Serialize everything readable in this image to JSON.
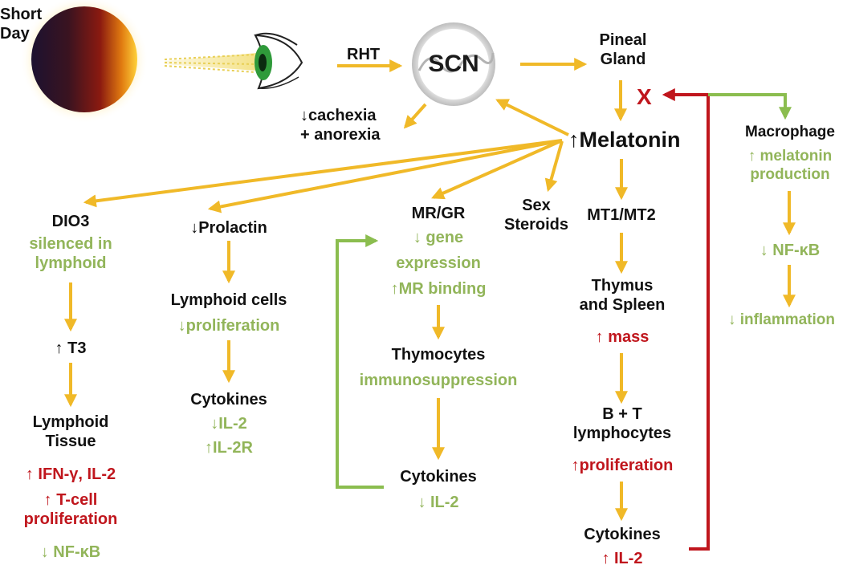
{
  "colors": {
    "black": "#111111",
    "green": "#92b55a",
    "red": "#c0161d",
    "arrow_yellow": "#f0b928",
    "arrow_green": "#8bbd4f",
    "arrow_red": "#c0161d"
  },
  "icons": {
    "sun": "sun-icon",
    "eye": "eye-icon",
    "scn_clock": "scn-clock-icon"
  },
  "header": {
    "short": "Short",
    "day": "Day",
    "rht": "RHT",
    "scn": "SCN",
    "pineal1": "Pineal",
    "pineal2": "Gland",
    "x": "X",
    "melatonin": "↑Melatonin",
    "cachexia": "↓cachexia",
    "anorexia": "+ anorexia"
  },
  "macrophage": {
    "title": "Macrophage",
    "line1": "↑ melatonin",
    "line2": "production",
    "nfkb": "↓ NF-κB",
    "inflammation": "↓ inflammation"
  },
  "dio3": {
    "title": "DIO3",
    "line1": "silenced in",
    "line2": "lymphoid",
    "t3": "↑ T3",
    "tissue1": "Lymphoid",
    "tissue2": "Tissue",
    "ifn": "↑ IFN-γ, IL-2",
    "tcell": "↑ T-cell",
    "prolif": "proliferation",
    "nfkb": "↓ NF-κB"
  },
  "prolactin": {
    "title": "↓Prolactin",
    "cells": "Lymphoid cells",
    "prolif": "↓proliferation",
    "cytokines": "Cytokines",
    "il2": "↓IL-2",
    "il2r": "↑IL-2R"
  },
  "mrgr": {
    "title": "MR/GR",
    "gene": "↓ gene",
    "expression": "expression",
    "binding": "↑MR binding",
    "thymocytes": "Thymocytes",
    "immuno": "immunosuppression",
    "cytokines": "Cytokines",
    "il2": "↓ IL-2"
  },
  "sex": {
    "line1": "Sex",
    "line2": "Steroids"
  },
  "mt": {
    "title": "MT1/MT2",
    "thymus": "Thymus",
    "spleen": "and Spleen",
    "mass": "↑ mass",
    "bt": "B + T",
    "lymph": "lymphocytes",
    "prolif": "↑proliferation",
    "cytokines": "Cytokines",
    "il2": "↑ IL-2"
  }
}
